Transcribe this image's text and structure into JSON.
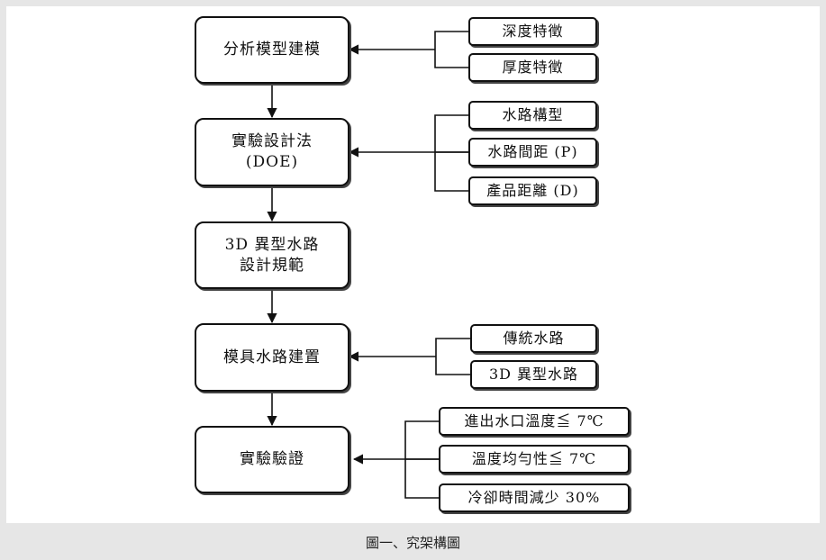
{
  "main_steps": [
    {
      "lines": [
        "分析模型建模"
      ]
    },
    {
      "lines": [
        "實驗設計法",
        "(DOE)"
      ]
    },
    {
      "lines": [
        "3D 異型水路",
        "設計規範"
      ]
    },
    {
      "lines": [
        "模具水路建置"
      ]
    },
    {
      "lines": [
        "實驗驗證"
      ]
    }
  ],
  "inputs": {
    "modeling": [
      "深度特徵",
      "厚度特徵"
    ],
    "doe": [
      "水路構型",
      "水路間距 (P)",
      "產品距離 (D)"
    ],
    "mold_setup": [
      "傳統水路",
      "3D 異型水路"
    ],
    "validation": [
      "進出水口溫度≦ 7℃",
      "溫度均勻性≦ 7℃",
      "冷卻時間減少 30%"
    ]
  },
  "caption": "圖一、究架構圖"
}
